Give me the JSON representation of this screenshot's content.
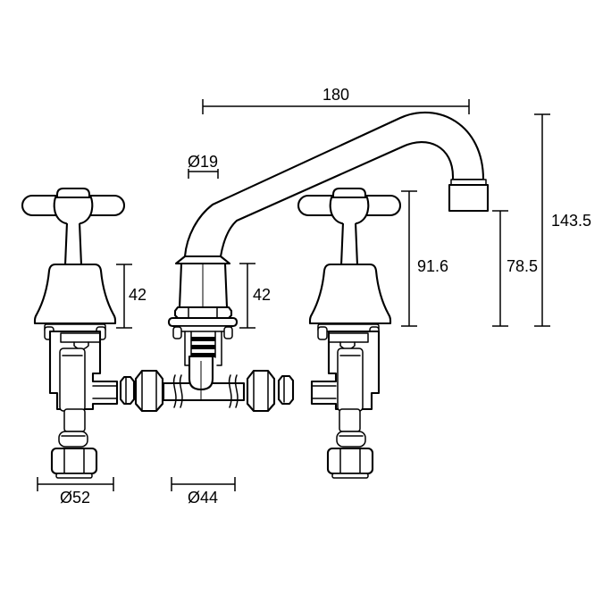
{
  "page": {
    "background_color": "#ffffff",
    "line_color": "#000000",
    "drawing_type": "pillar-tap-technical-dimension-drawing"
  },
  "dims": {
    "spout_reach": {
      "label": "180"
    },
    "spout_diameter": {
      "label": "Ø19"
    },
    "handle_shroud_height": {
      "label": "42"
    },
    "spout_body_height": {
      "label": "42"
    },
    "handle_height": {
      "label": "91.6"
    },
    "outlet_height": {
      "label": "78.5"
    },
    "overall_height": {
      "label": "143.5"
    },
    "handle_base_diameter": {
      "label": "Ø52"
    },
    "spout_base_diameter": {
      "label": "Ø44"
    }
  }
}
